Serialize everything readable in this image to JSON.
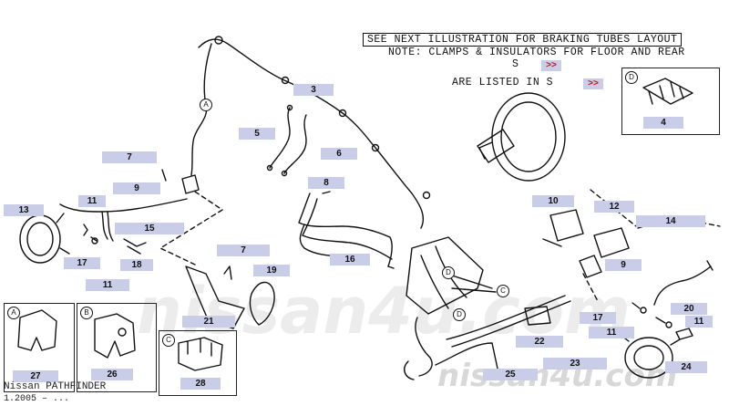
{
  "notes": {
    "see_next": "SEE NEXT ILLUSTRATION FOR BRAKING TUBES LAYOUT",
    "note_line": "NOTE: CLAMPS & INSULATORS FOR FLOOR AND REAR",
    "note_s": "S",
    "listed_in": "ARE LISTED IN S",
    "next_link_1": ">>",
    "next_link_2": ">>"
  },
  "callouts": [
    "A",
    "B",
    "C",
    "D"
  ],
  "parts": [
    {
      "id": "p3",
      "label": "3"
    },
    {
      "id": "p4",
      "label": "4"
    },
    {
      "id": "p5",
      "label": "5"
    },
    {
      "id": "p6",
      "label": "6"
    },
    {
      "id": "p7a",
      "label": "7"
    },
    {
      "id": "p7b",
      "label": "7"
    },
    {
      "id": "p8",
      "label": "8"
    },
    {
      "id": "p9a",
      "label": "9"
    },
    {
      "id": "p9b",
      "label": "9"
    },
    {
      "id": "p10",
      "label": "10"
    },
    {
      "id": "p11a",
      "label": "11"
    },
    {
      "id": "p11b",
      "label": "11"
    },
    {
      "id": "p11c",
      "label": "11"
    },
    {
      "id": "p11d",
      "label": "11"
    },
    {
      "id": "p12",
      "label": "12"
    },
    {
      "id": "p13",
      "label": "13"
    },
    {
      "id": "p14",
      "label": "14"
    },
    {
      "id": "p15",
      "label": "15"
    },
    {
      "id": "p16",
      "label": "16"
    },
    {
      "id": "p17a",
      "label": "17"
    },
    {
      "id": "p17b",
      "label": "17"
    },
    {
      "id": "p18",
      "label": "18"
    },
    {
      "id": "p19",
      "label": "19"
    },
    {
      "id": "p20",
      "label": "20"
    },
    {
      "id": "p21",
      "label": "21"
    },
    {
      "id": "p22",
      "label": "22"
    },
    {
      "id": "p23",
      "label": "23"
    },
    {
      "id": "p24",
      "label": "24"
    },
    {
      "id": "p25",
      "label": "25"
    },
    {
      "id": "p26",
      "label": "26"
    },
    {
      "id": "p27",
      "label": "27"
    },
    {
      "id": "p28",
      "label": "28"
    }
  ],
  "watermark": {
    "center": "nissan4u.com",
    "bottom": "nissan4u.com"
  },
  "footer": {
    "model": "Nissan PATHFINDER",
    "date": "1.2005 – ..."
  }
}
